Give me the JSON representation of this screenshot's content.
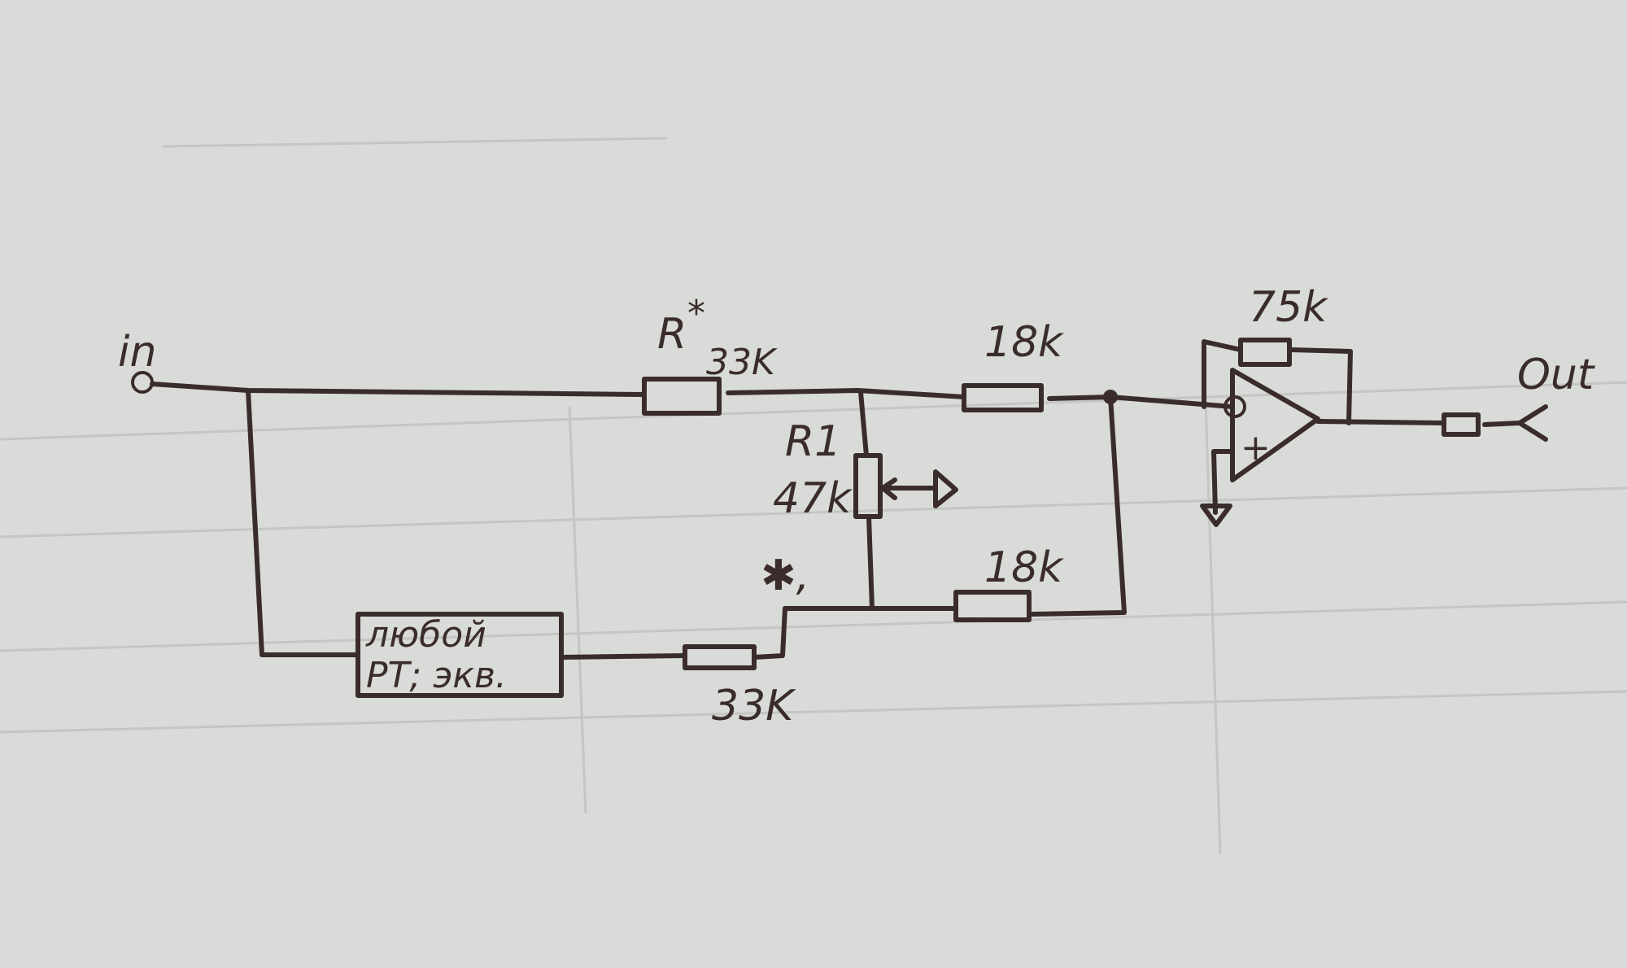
{
  "diagram": {
    "title": "Hand-drawn op-amp summing circuit schematic",
    "input_label": "in",
    "output_label": "Out",
    "r_star": {
      "name": "R",
      "mark": "*",
      "value": "33K"
    },
    "r1": {
      "name": "R1",
      "value": "47k"
    },
    "r_top": {
      "value": "18k"
    },
    "r_bottom": {
      "value": "18k"
    },
    "r_feedback": {
      "value": "75k"
    },
    "r_lower": {
      "value": "33K"
    },
    "box": {
      "line1": "любой",
      "line2": "РТ; экв."
    },
    "node_mark": "✱,",
    "opamp": {
      "minus": "−",
      "plus": "+"
    },
    "ink_color": "#3b2c2c",
    "paper_color": "#d8dbd8"
  }
}
